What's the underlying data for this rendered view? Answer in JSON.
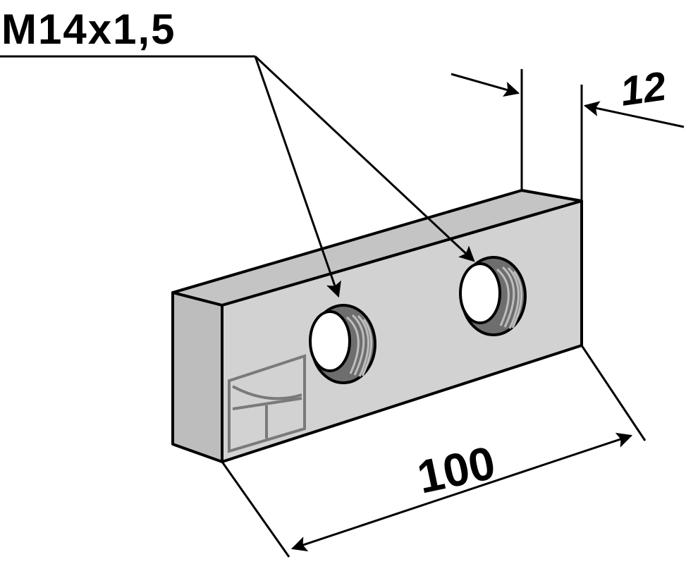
{
  "labels": {
    "thread": "M14x1,5",
    "thickness": "12",
    "length": "100"
  },
  "colors": {
    "face_front": "#d2d2d2",
    "face_side": "#bdbdbd",
    "face_top": "#c4c4c4",
    "outline": "#000000",
    "logo": "#7a7a7a",
    "thread_stripes": "#7d7d7d"
  },
  "icons": {
    "logo": "manufacturer-logo-mark"
  }
}
